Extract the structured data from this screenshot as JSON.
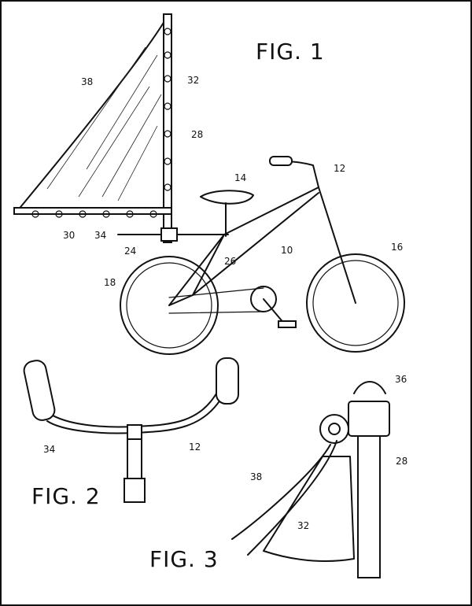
{
  "figures": {
    "fig1": "FIG. 1",
    "fig2": "FIG. 2",
    "fig3": "FIG. 3"
  },
  "refs": {
    "fig1": [
      "38",
      "32",
      "28",
      "14",
      "12",
      "30",
      "34",
      "24",
      "26",
      "10",
      "16",
      "18"
    ],
    "fig2": [
      "34",
      "12"
    ],
    "fig3": [
      "36",
      "28",
      "38",
      "32"
    ]
  }
}
